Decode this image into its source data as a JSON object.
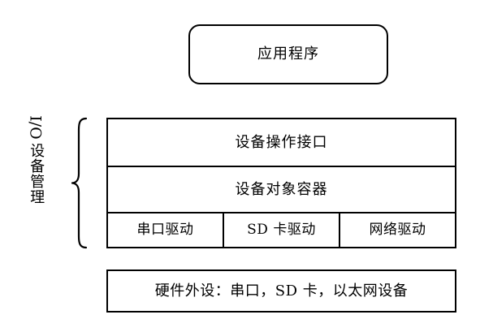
{
  "diagram": {
    "title_box": {
      "label": "应用程序"
    },
    "group": {
      "io_label": "I/O",
      "vertical_label": "设备管理"
    },
    "stack": {
      "rows": [
        {
          "label": "设备操作接口"
        },
        {
          "label": "设备对象容器"
        }
      ],
      "drivers": [
        {
          "label": "串口驱动"
        },
        {
          "label": "SD 卡驱动"
        },
        {
          "label": "网络驱动"
        }
      ]
    },
    "hardware_box": {
      "label": "硬件外设：串口，SD 卡，以太网设备"
    },
    "colors": {
      "stroke": "#000000",
      "background": "#ffffff",
      "text": "#000000"
    }
  }
}
